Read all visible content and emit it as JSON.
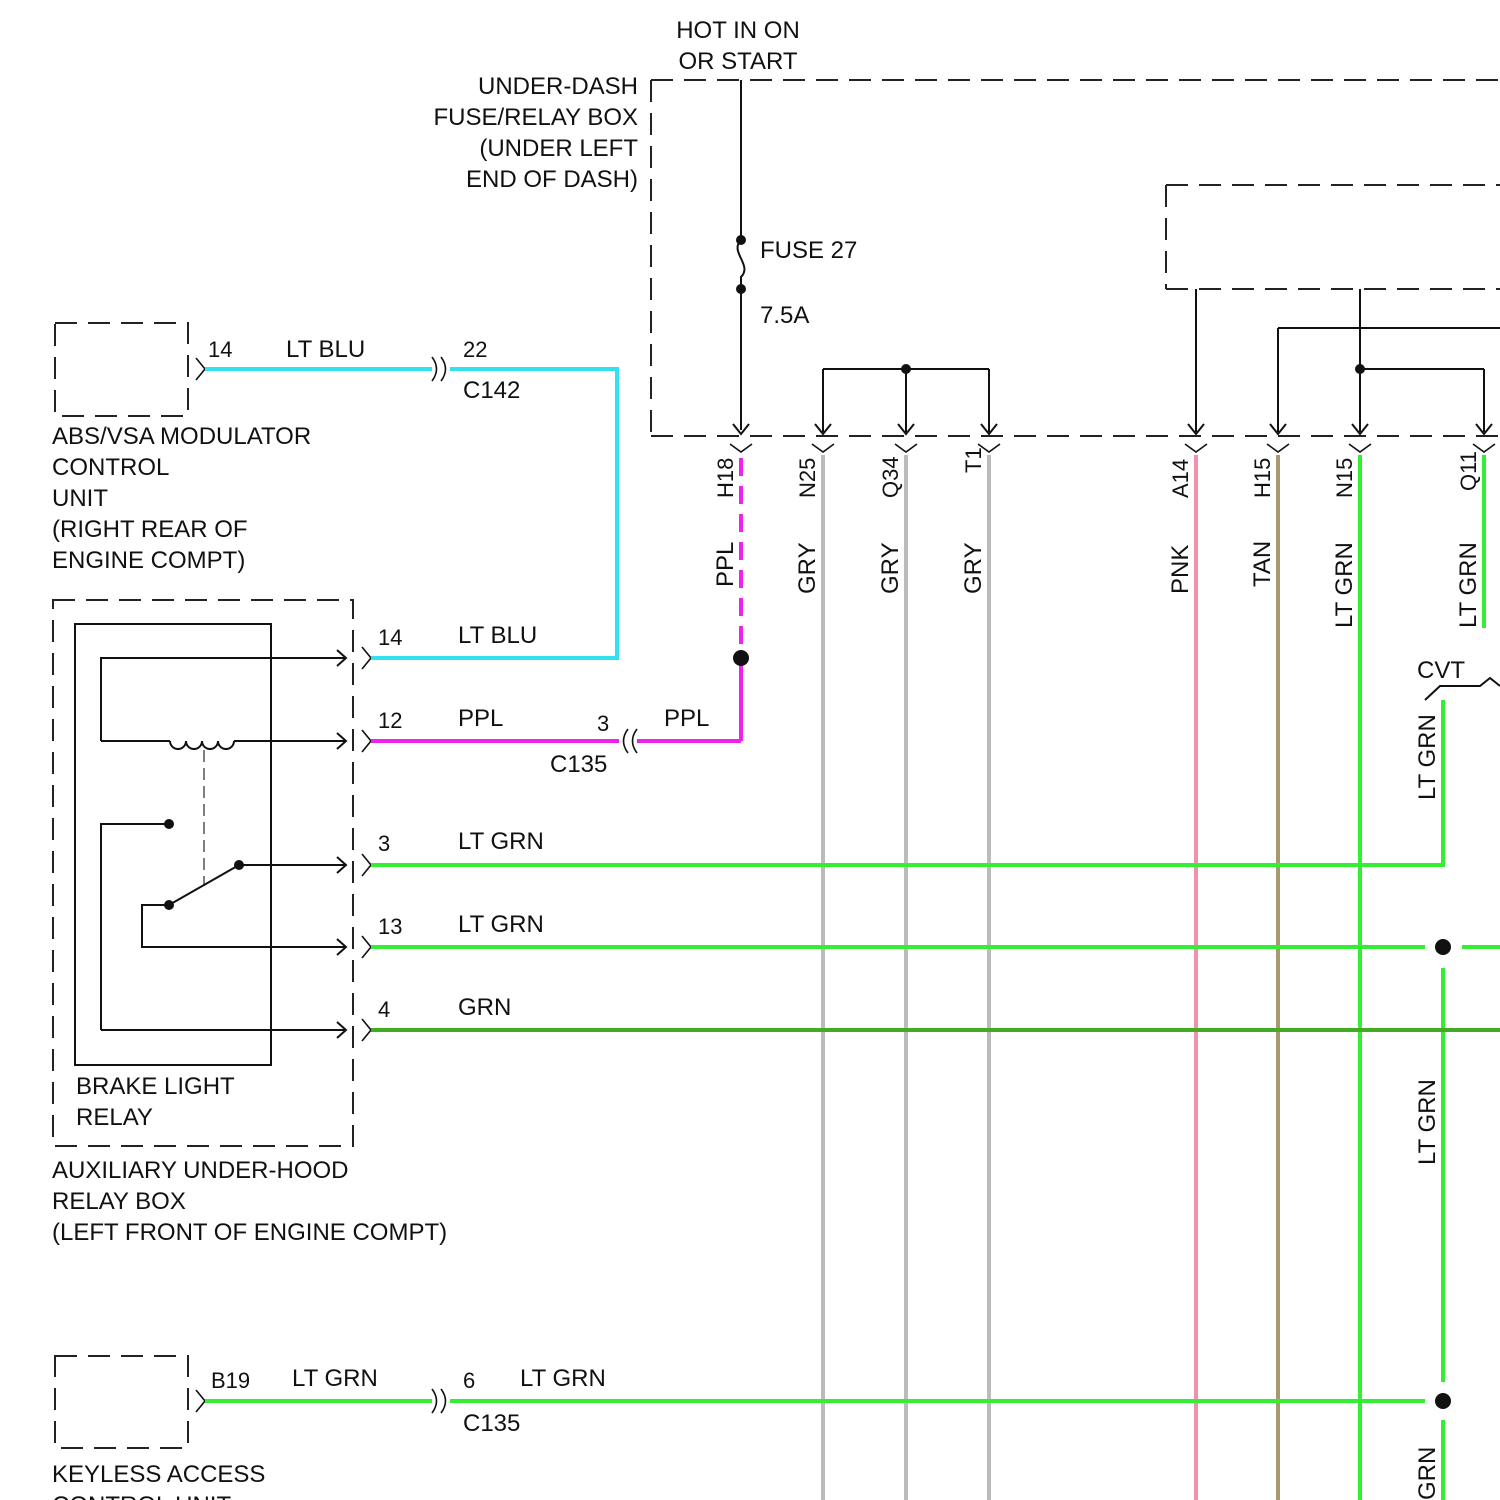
{
  "colors": {
    "lt_blu": "#33e0ee",
    "ppl": "#ee22ee",
    "gry": "#bbbbbb",
    "pnk": "#f090aa",
    "tan": "#a89870",
    "lt_grn": "#33ee33",
    "grn": "#44aa22"
  },
  "labels": {
    "hot": [
      "HOT IN ON",
      "OR START"
    ],
    "underdash": [
      "UNDER-DASH",
      "FUSE/RELAY BOX",
      "(UNDER LEFT",
      "END OF DASH)"
    ],
    "fuse_name": "FUSE 27",
    "fuse_rating": "7.5A",
    "abs": [
      "ABS/VSA MODULATOR",
      "CONTROL",
      "UNIT",
      "(RIGHT REAR OF",
      "ENGINE COMPT)"
    ],
    "brake_relay": [
      "BRAKE LIGHT",
      "RELAY"
    ],
    "aux_box": [
      "AUXILIARY UNDER-HOOD",
      "RELAY BOX",
      "(LEFT FRONT OF ENGINE COMPT)"
    ],
    "keyless": [
      "KEYLESS ACCESS",
      "CONTROL UNIT"
    ],
    "cvt": "CVT"
  },
  "wires": {
    "abs_blue": {
      "pin_abs": "14",
      "color": "LT BLU",
      "pin_conn": "22",
      "connector": "C142"
    },
    "relay_14": {
      "pin": "14",
      "color": "LT BLU"
    },
    "relay_12": {
      "pin": "12",
      "color": "PPL",
      "conn_pin": "3",
      "connector": "C135",
      "color2": "PPL"
    },
    "relay_3": {
      "pin": "3",
      "color": "LT GRN"
    },
    "relay_13": {
      "pin": "13",
      "color": "LT GRN"
    },
    "relay_4": {
      "pin": "4",
      "color": "GRN"
    },
    "keyless_wire": {
      "pin_unit": "B19",
      "color": "LT GRN",
      "conn_pin": "6",
      "connector": "C135",
      "color2": "LT GRN"
    }
  },
  "fuse_outputs": [
    {
      "pin": "H18",
      "color": "PPL"
    },
    {
      "pin": "N25",
      "color": "GRY"
    },
    {
      "pin": "Q34",
      "color": "GRY"
    },
    {
      "pin": "T1",
      "color": "GRY"
    },
    {
      "pin": "A14",
      "color": "PNK"
    },
    {
      "pin": "H15",
      "color": "TAN"
    },
    {
      "pin": "N15",
      "color": "LT GRN"
    },
    {
      "pin": "Q11",
      "color": "LT GRN"
    }
  ],
  "right_vertical": {
    "upper": "LT GRN",
    "lower": "LT GRN",
    "bottom": "GRN"
  }
}
